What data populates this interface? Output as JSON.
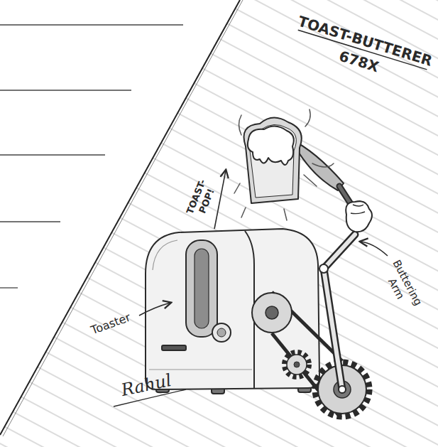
{
  "diagram": {
    "title": "TOAST-BUTTERER 678X",
    "labels": [
      "TOAST- POP!",
      "Buttering Arm",
      "Toaster",
      "Rahul"
    ]
  }
}
